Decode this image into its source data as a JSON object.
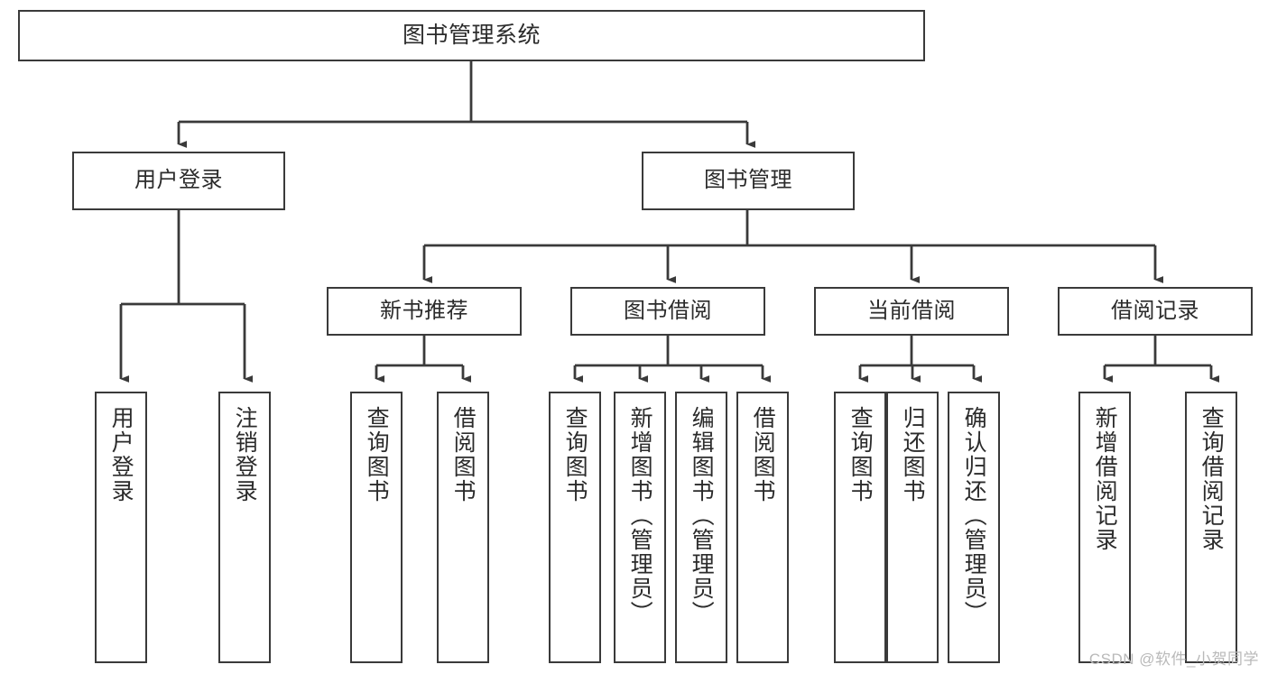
{
  "diagram": {
    "title": "图书管理系统",
    "type": "功能结构图",
    "colors": {
      "node_border": "#3a3a3a",
      "node_fill": "#ffffff",
      "edge": "#3a3a3a",
      "text": "#2b2b2b",
      "background": "#ffffff",
      "watermark": "#b9b9b9"
    },
    "root": {
      "id": "root",
      "label": "图书管理系统",
      "orientation": "horizontal"
    },
    "level1": [
      {
        "id": "user-login",
        "label": "用户登录",
        "orientation": "horizontal"
      },
      {
        "id": "book-manage",
        "label": "图书管理",
        "orientation": "horizontal"
      }
    ],
    "level2": [
      {
        "id": "new-book-recommend",
        "label": "新书推荐",
        "parent": "book-manage",
        "orientation": "horizontal"
      },
      {
        "id": "book-borrow",
        "label": "图书借阅",
        "parent": "book-manage",
        "orientation": "horizontal"
      },
      {
        "id": "current-borrow",
        "label": "当前借阅",
        "parent": "book-manage",
        "orientation": "horizontal"
      },
      {
        "id": "borrow-record",
        "label": "借阅记录",
        "parent": "book-manage",
        "orientation": "horizontal"
      }
    ],
    "leaves": [
      {
        "id": "leaf-user-login",
        "label": "用户登录",
        "parent": "user-login"
      },
      {
        "id": "leaf-user-logout",
        "label": "注销登录",
        "parent": "user-login"
      },
      {
        "id": "leaf-query-book-1",
        "label": "查询图书",
        "parent": "new-book-recommend"
      },
      {
        "id": "leaf-borrow-book-1",
        "label": "借阅图书",
        "parent": "new-book-recommend"
      },
      {
        "id": "leaf-query-book-2",
        "label": "查询图书",
        "parent": "book-borrow"
      },
      {
        "id": "leaf-add-book",
        "label": "新增图书（管理员）",
        "parent": "book-borrow"
      },
      {
        "id": "leaf-edit-book",
        "label": "编辑图书（管理员）",
        "parent": "book-borrow"
      },
      {
        "id": "leaf-borrow-book-2",
        "label": "借阅图书",
        "parent": "book-borrow"
      },
      {
        "id": "leaf-query-book-3",
        "label": "查询图书",
        "parent": "current-borrow"
      },
      {
        "id": "leaf-return-book",
        "label": "归还图书",
        "parent": "current-borrow"
      },
      {
        "id": "leaf-confirm-return",
        "label": "确认归还（管理员）",
        "parent": "current-borrow"
      },
      {
        "id": "leaf-add-record",
        "label": "新增借阅记录",
        "parent": "borrow-record"
      },
      {
        "id": "leaf-query-record",
        "label": "查询借阅记录",
        "parent": "borrow-record"
      }
    ],
    "watermark": "CSDN @软件_小贺同学"
  }
}
